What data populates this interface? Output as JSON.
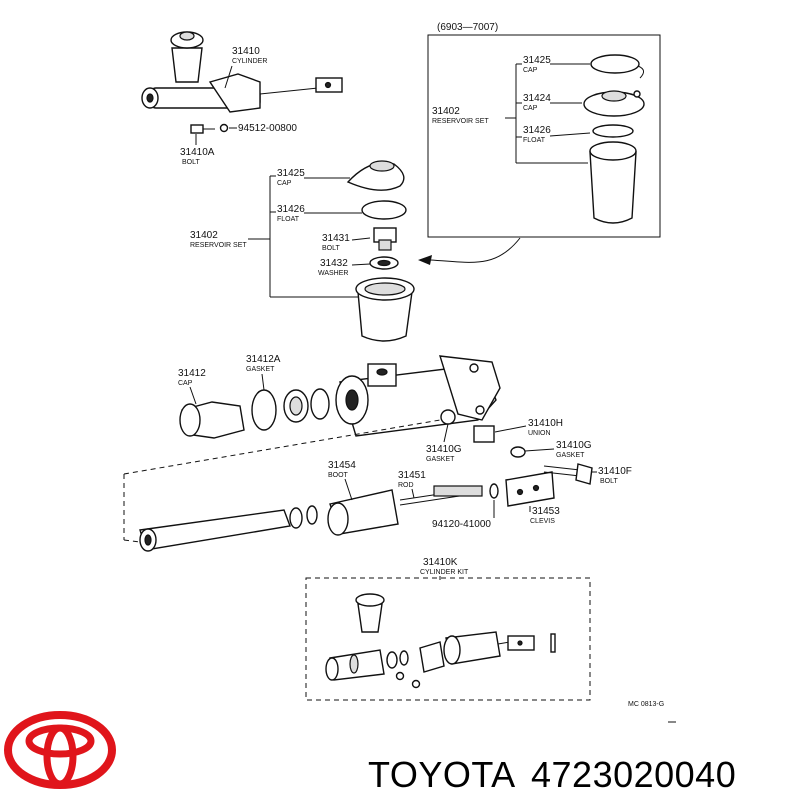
{
  "top_inset": {
    "range": "(6903—7007)",
    "cap_num": "31425",
    "cap_sub": "CAP",
    "cap2_num": "31424",
    "cap2_sub": "CAP",
    "res_num": "31402",
    "res_sub": "RESERVOIR SET",
    "float_num": "31426",
    "float_sub": "FLOAT"
  },
  "labels": {
    "cyl_num": "31410",
    "cyl_sub": "CYLINDER",
    "screw_num": "94512-00800",
    "bolt_a_num": "31410A",
    "bolt_a_sub": "BOLT",
    "cap_num": "31425",
    "cap_sub": "CAP",
    "float_num": "31426",
    "float_sub": "FLOAT",
    "res_num": "31402",
    "res_sub": "RESERVOIR SET",
    "bolt_num": "31431",
    "bolt_sub": "BOLT",
    "washer_num": "31432",
    "washer_sub": "WASHER",
    "cap12_num": "31412",
    "cap12_sub": "CAP",
    "gasket12a_num": "31412A",
    "gasket12a_sub": "GASKET",
    "union_num": "31410H",
    "union_sub": "UNION",
    "gasket_g1_num": "31410G",
    "gasket_g1_sub": "GASKET",
    "gasket_g2_num": "31410G",
    "gasket_g2_sub": "GASKET",
    "boot_num": "31454",
    "boot_sub": "BOOT",
    "rod_num": "31451",
    "rod_sub": "ROD",
    "bolt_f_num": "31410F",
    "bolt_f_sub": "BOLT",
    "clevis_num": "31453",
    "clevis_sub": "CLEVIS",
    "nut_num": "94120-41000",
    "kit_num": "31410K",
    "kit_sub": "CYLINDER KIT",
    "code": "MC 0813-G"
  },
  "brand": {
    "name": "TOYOTA",
    "part_number": "4723020040",
    "logo_color": "#e0151b"
  }
}
